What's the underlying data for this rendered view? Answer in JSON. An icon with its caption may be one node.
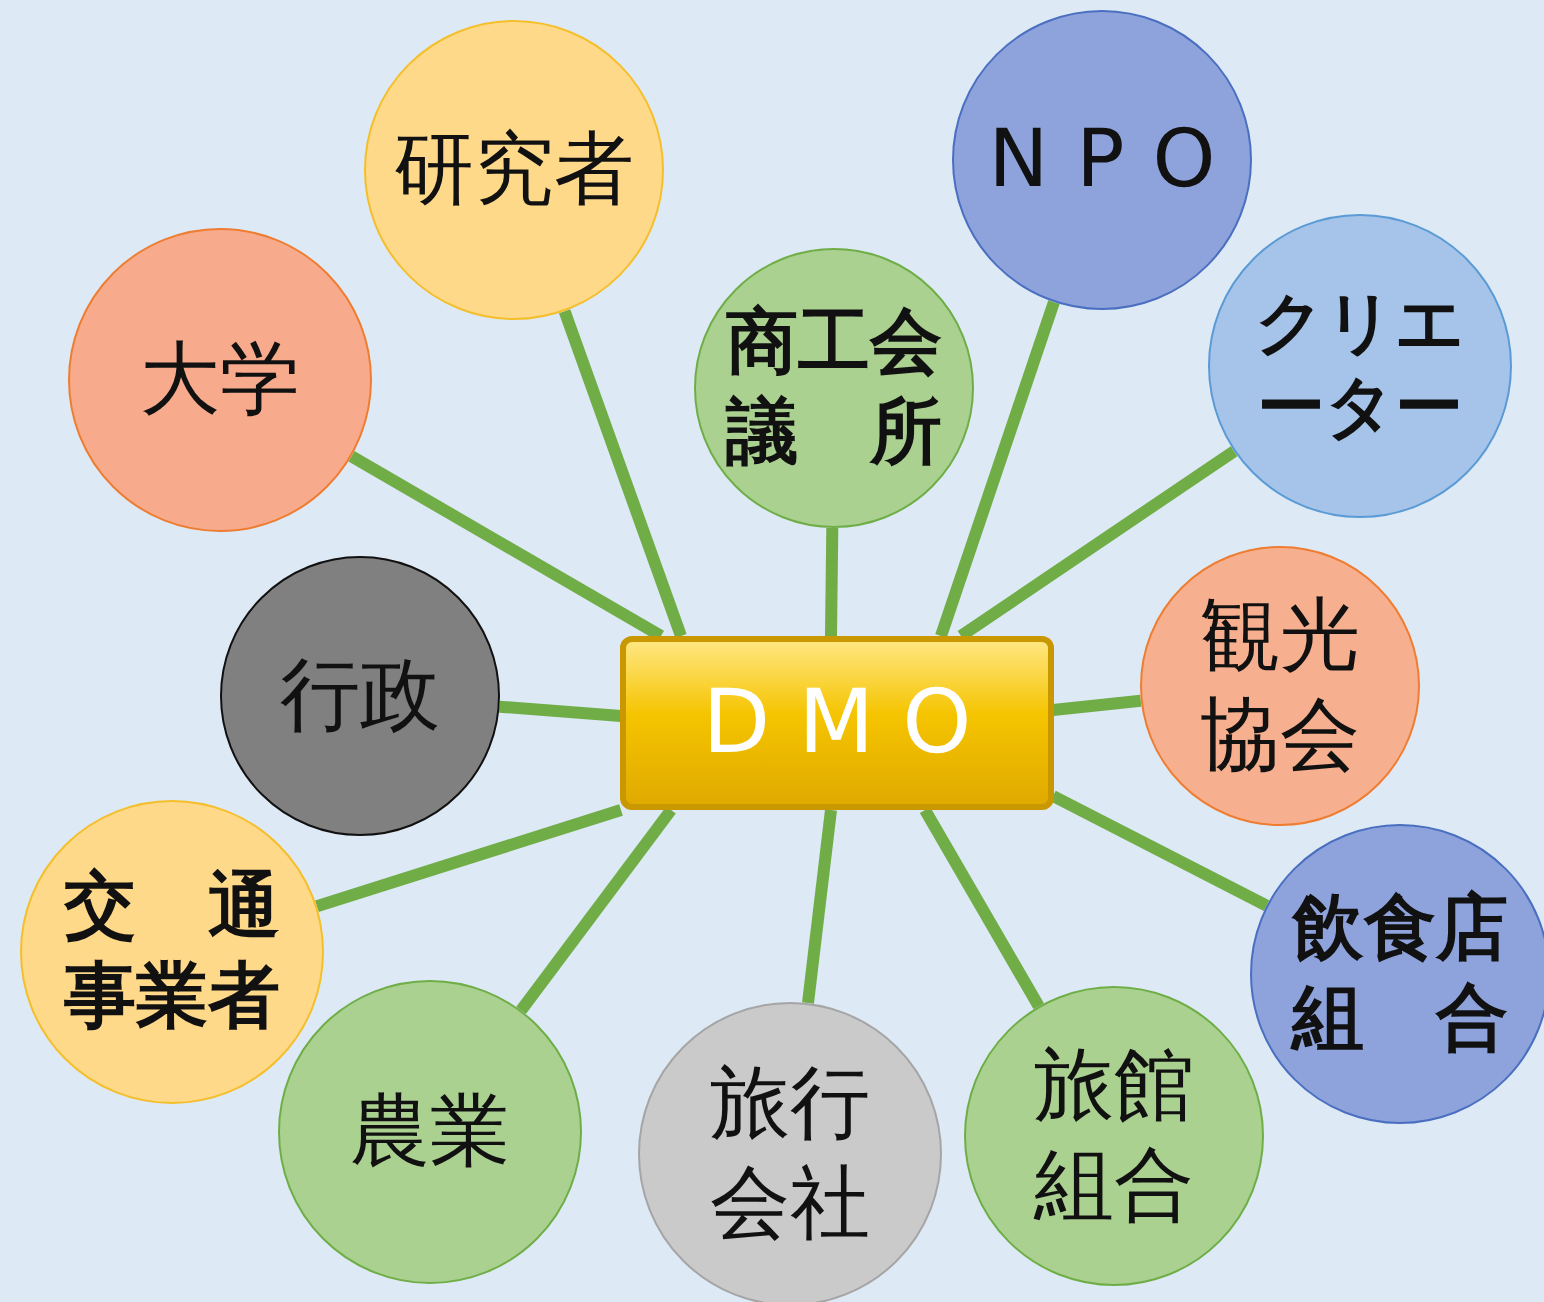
{
  "diagram": {
    "nodes": [
      {
        "text": [
          "DMO"
        ]
      },
      {
        "text": [
          "研究者"
        ]
      },
      {
        "text": [
          "NPO"
        ]
      },
      {
        "text": [
          "大学"
        ]
      },
      {
        "text": [
          "商工会議　所"
        ]
      },
      {
        "text": [
          "クリエーター"
        ]
      },
      {
        "text": [
          "行政"
        ]
      },
      {
        "text": [
          "観光協会"
        ]
      },
      {
        "text": [
          "交　通事業者"
        ]
      },
      {
        "text": [
          "飲食店組　合"
        ]
      },
      {
        "text": [
          "農業"
        ]
      },
      {
        "text": [
          "旅行会社"
        ]
      },
      {
        "text": [
          "旅館組合"
        ]
      }
    ],
    "edges": [
      {
        "from": 0,
        "to": 1,
        "arrow": "none"
      },
      {
        "from": 0,
        "to": 2,
        "arrow": "none"
      },
      {
        "from": 0,
        "to": 3,
        "arrow": "none"
      },
      {
        "from": 0,
        "to": 4,
        "arrow": "none"
      },
      {
        "from": 0,
        "to": 5,
        "arrow": "none"
      },
      {
        "from": 0,
        "to": 6,
        "arrow": "none"
      },
      {
        "from": 0,
        "to": 7,
        "arrow": "none"
      },
      {
        "from": 0,
        "to": 8,
        "arrow": "none"
      },
      {
        "from": 0,
        "to": 9,
        "arrow": "none"
      },
      {
        "from": 0,
        "to": 10,
        "arrow": "none"
      },
      {
        "from": 0,
        "to": 11,
        "arrow": "none"
      },
      {
        "from": 0,
        "to": 12,
        "arrow": "none"
      }
    ]
  }
}
